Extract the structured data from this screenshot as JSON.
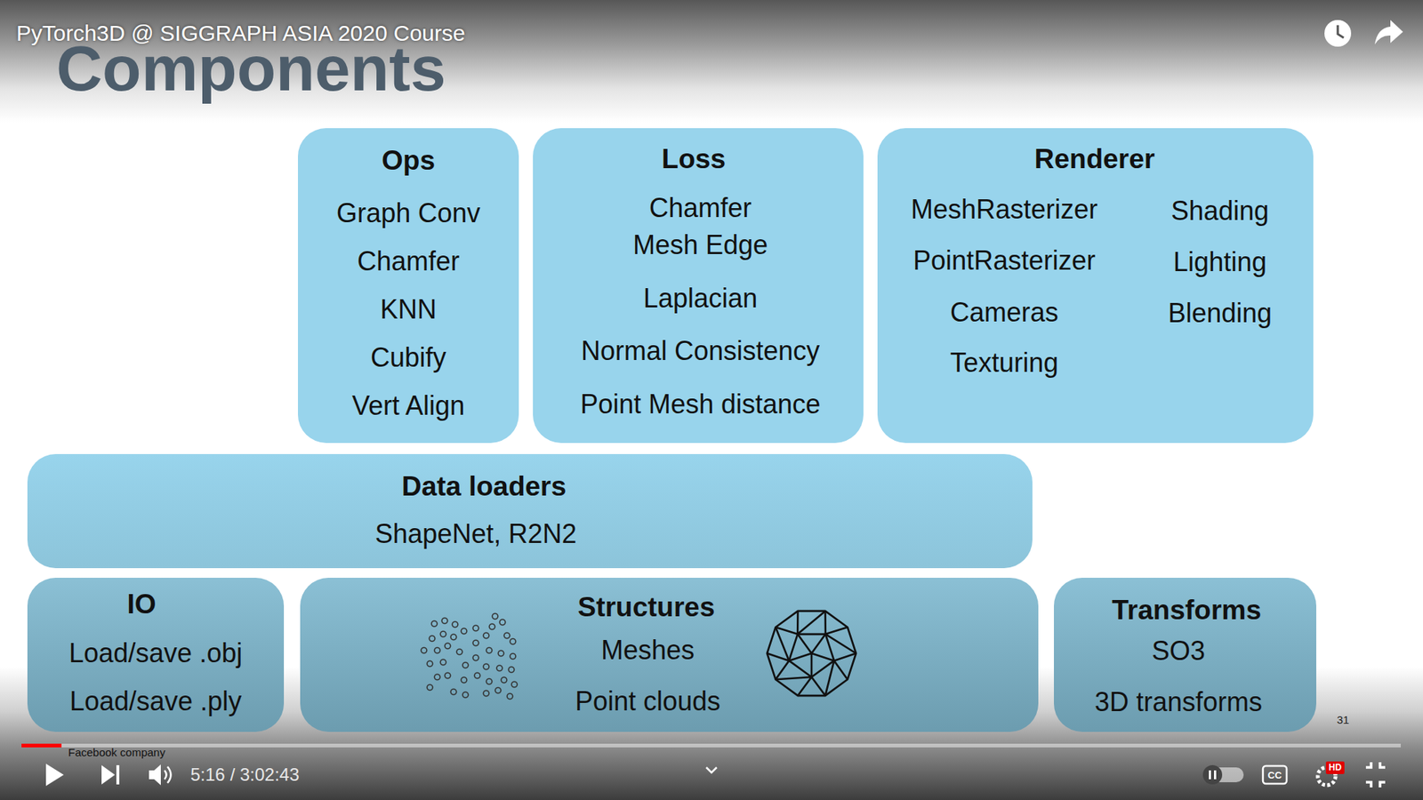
{
  "diagram": {
    "title": "Components",
    "nodes": [
      {
        "text": [
          "Ops",
          "Graph Conv",
          "Chamfer",
          "KNN",
          "Cubify",
          "Vert Align"
        ]
      },
      {
        "text": [
          "Loss",
          "Chamfer",
          "Mesh Edge",
          "Laplacian",
          "Normal Consistency",
          "Point Mesh distance"
        ]
      },
      {
        "text": [
          "Renderer",
          "MeshRasterizer",
          "PointRasterizer",
          "Cameras",
          "Texturing",
          "Shading",
          "Lighting",
          "Blending"
        ]
      },
      {
        "text": [
          "Data loaders",
          "ShapeNet, R2N2"
        ]
      },
      {
        "text": [
          "IO",
          "Load/save .obj",
          "Load/save .ply"
        ]
      },
      {
        "text": [
          "Structures",
          "Meshes",
          "Point clouds"
        ]
      },
      {
        "text": [
          "Transforms",
          "SO3",
          "3D transforms"
        ]
      }
    ],
    "labels": [
      "PyTorch3D @ SIGGRAPH ASIA 2020 Course",
      "31",
      "Facebook company",
      "5:16 / 3:02:43",
      "CC",
      "HD"
    ]
  }
}
